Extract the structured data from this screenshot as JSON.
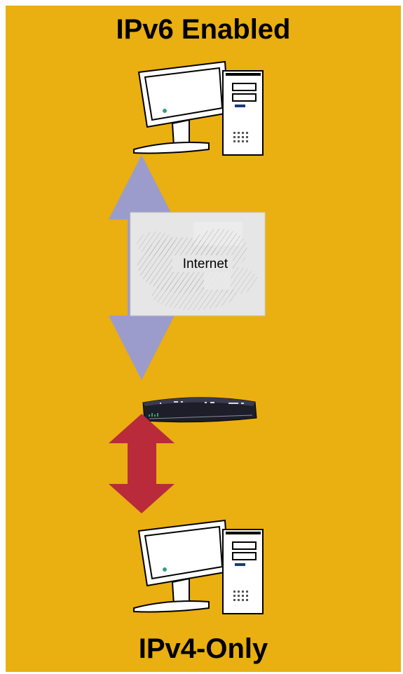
{
  "top_label": "IPv6 Enabled",
  "bottom_label": "IPv4-Only",
  "cloud_label": "Internet",
  "colors": {
    "background": "#EAAF10",
    "upper_arrow": "#9B9CCB",
    "lower_arrow": "#B92B3B"
  },
  "icons": {
    "top_computer": "computer-icon",
    "cloud": "cloud-icon",
    "router": "router-icon",
    "bottom_computer": "computer-icon"
  }
}
